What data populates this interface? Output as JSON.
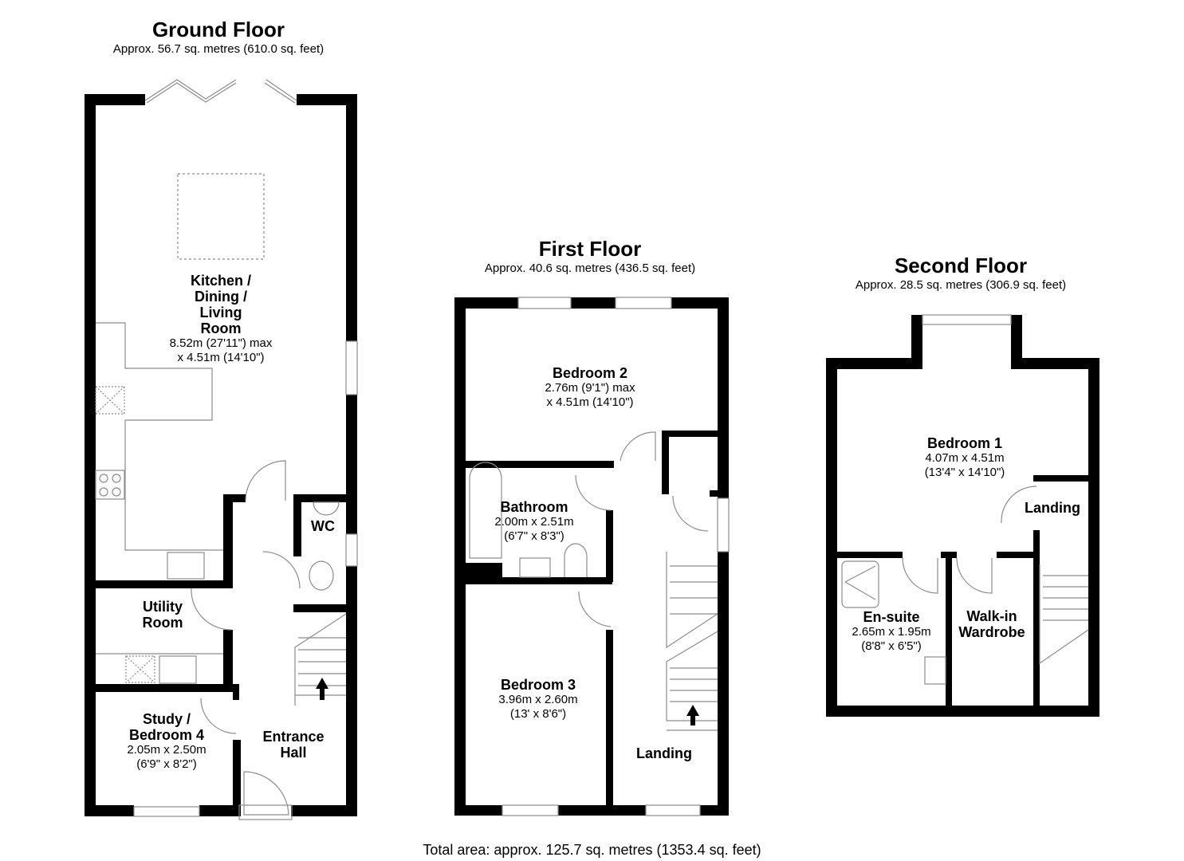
{
  "floors": [
    {
      "title": "Ground Floor",
      "area": "Approx. 56.7 sq. metres (610.0 sq. feet)",
      "rooms": [
        {
          "name": "Kitchen /\nDining /\nLiving\nRoom",
          "dims": "8.52m (27'11\") max\nx 4.51m (14'10\")"
        },
        {
          "name": "WC",
          "dims": ""
        },
        {
          "name": "Utility\nRoom",
          "dims": ""
        },
        {
          "name": "Study /\nBedroom 4",
          "dims": "2.05m x 2.50m\n(6'9\" x 8'2\")"
        },
        {
          "name": "Entrance\nHall",
          "dims": ""
        }
      ]
    },
    {
      "title": "First Floor",
      "area": "Approx. 40.6 sq. metres (436.5 sq. feet)",
      "rooms": [
        {
          "name": "Bedroom 2",
          "dims": "2.76m (9'1\") max\nx 4.51m (14'10\")"
        },
        {
          "name": "Bathroom",
          "dims": "2.00m x 2.51m\n(6'7\" x 8'3\")"
        },
        {
          "name": "Bedroom 3",
          "dims": "3.96m x 2.60m\n(13' x 8'6\")"
        },
        {
          "name": "Landing",
          "dims": ""
        }
      ]
    },
    {
      "title": "Second Floor",
      "area": "Approx. 28.5 sq. metres (306.9 sq. feet)",
      "rooms": [
        {
          "name": "Bedroom 1",
          "dims": "4.07m x 4.51m\n(13'4\" x 14'10\")"
        },
        {
          "name": "Landing",
          "dims": ""
        },
        {
          "name": "En-suite",
          "dims": "2.65m x 1.95m\n(8'8\" x 6'5\")"
        },
        {
          "name": "Walk-in\nWardrobe",
          "dims": ""
        }
      ]
    }
  ],
  "total_area": "Total area: approx. 125.7 sq. metres (1353.4 sq. feet)",
  "colors": {
    "wall": "#000000",
    "fixture": "#8c8c8c",
    "background": "#ffffff"
  }
}
